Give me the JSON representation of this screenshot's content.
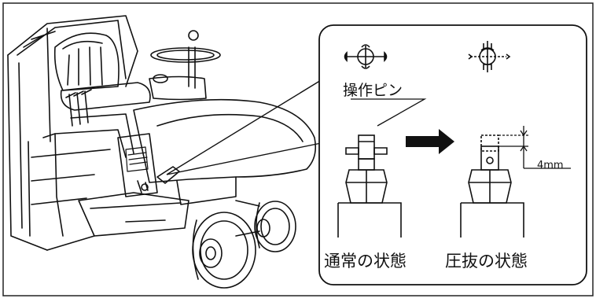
{
  "labels": {
    "operation_pin": "操作ピン",
    "normal_state": "通常の状態",
    "pressed_state": "圧抜の状態",
    "dimension": "4mm"
  },
  "colors": {
    "ink": "#111111",
    "background": "#ffffff"
  }
}
